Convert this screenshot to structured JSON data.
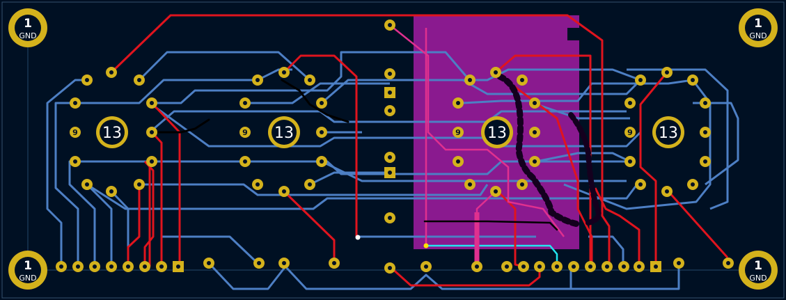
{
  "board": {
    "background": "#001023",
    "colors": {
      "top_copper": "#e0141e",
      "bottom_copper": "#4d7fc4",
      "pad": "#d4b21c",
      "pad_hole": "#001023",
      "zone": "#8a1a8f",
      "cyan_trace": "#22e6f0",
      "pink_trace": "#e0308f",
      "drawing": "#1a0022"
    },
    "mount_holes": [
      {
        "name": "mount-hole-top-left",
        "number": "1",
        "net": "GND"
      },
      {
        "name": "mount-hole-top-right",
        "number": "1",
        "net": "GND"
      },
      {
        "name": "mount-hole-bottom-left",
        "number": "1",
        "net": "GND"
      },
      {
        "name": "mount-hole-bottom-right",
        "number": "1",
        "net": "GND"
      }
    ],
    "digit_pads": [
      {
        "name": "digit-pad-1",
        "number": "13"
      },
      {
        "name": "digit-pad-2",
        "number": "13"
      },
      {
        "name": "digit-pad-3",
        "number": "13"
      },
      {
        "name": "digit-pad-4",
        "number": "13"
      }
    ],
    "pin_nine_labels": [
      "9",
      "9",
      "9",
      "9"
    ]
  }
}
